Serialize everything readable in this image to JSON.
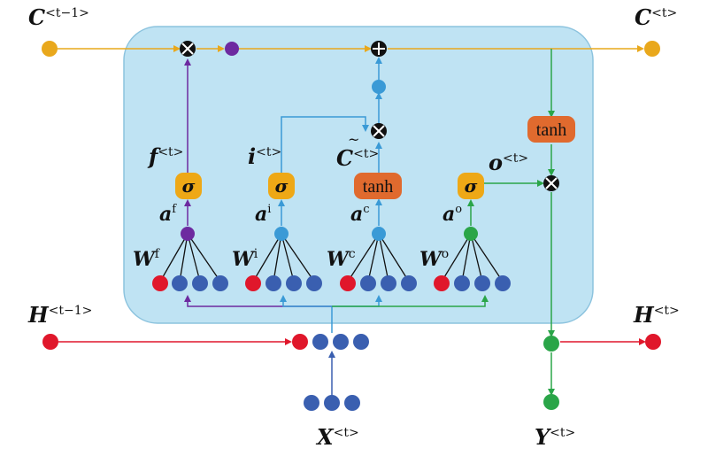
{
  "colors": {
    "cell_bg": "#bfe3f3",
    "cell_border": "#7bb8d6",
    "orange": "#e9a81c",
    "purple": "#6d2aa0",
    "blue": "#3a9ad6",
    "dark_blue": "#3a5fb0",
    "red": "#e0172b",
    "green": "#2aa548",
    "sigma_fill": "#eea816",
    "tanh_fill": "#e06a2e"
  },
  "labels": {
    "c_prev": {
      "base": "C",
      "sup": "<t−1>"
    },
    "c_next": {
      "base": "C",
      "sup": "<t>"
    },
    "h_prev": {
      "base": "H",
      "sup": "<t−1>"
    },
    "h_next": {
      "base": "H",
      "sup": "<t>"
    },
    "x_in": {
      "base": "X",
      "sup": "<t>"
    },
    "y_out": {
      "base": "Y",
      "sup": "<t>"
    },
    "forget": {
      "base": "f",
      "sup": "<t>"
    },
    "input": {
      "base": "i",
      "sup": "<t>"
    },
    "candidate": {
      "base": "C",
      "sup": "<t>",
      "accent": "~"
    },
    "output": {
      "base": "o",
      "sup": "<t>"
    },
    "a_f": {
      "base": "a",
      "sup": "f"
    },
    "a_i": {
      "base": "a",
      "sup": "i"
    },
    "a_c": {
      "base": "a",
      "sup": "c"
    },
    "a_o": {
      "base": "a",
      "sup": "o"
    },
    "w_f": {
      "base": "W",
      "sup": "f"
    },
    "w_i": {
      "base": "W",
      "sup": "i"
    },
    "w_c": {
      "base": "W",
      "sup": "c"
    },
    "w_o": {
      "base": "W",
      "sup": "o"
    }
  },
  "gates": {
    "sigma": "σ",
    "tanh": "tanh"
  }
}
